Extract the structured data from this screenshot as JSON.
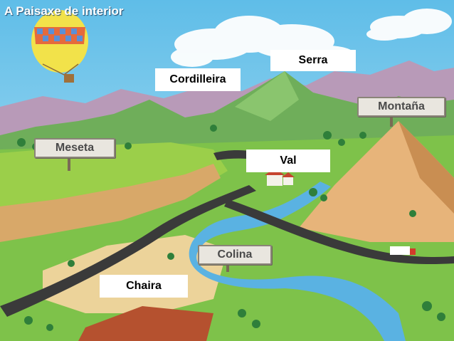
{
  "title": "A Paisaxe de interior",
  "labels": {
    "serra": "Serra",
    "cordilleira": "Cordilleira",
    "val": "Val",
    "chaira": "Chaira"
  },
  "signs": {
    "montana": "Montaña",
    "meseta": "Meseta",
    "colina": "Colina"
  }
}
